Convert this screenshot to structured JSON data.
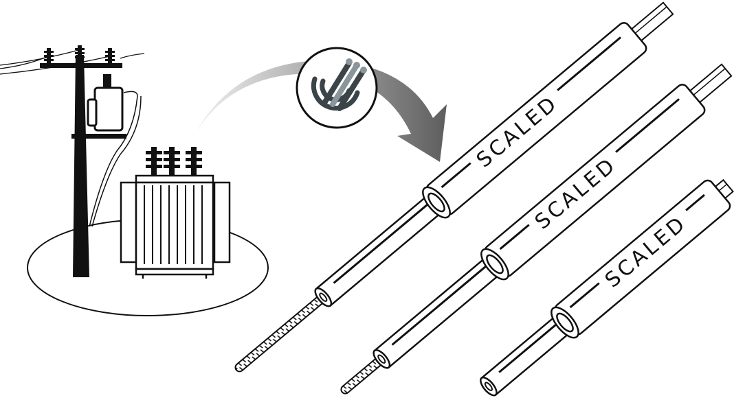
{
  "illustration": {
    "cables": [
      {
        "label": "SCALED"
      },
      {
        "label": "SCALED"
      },
      {
        "label": "SCALED"
      }
    ],
    "colors": {
      "ink": "#111111",
      "arrow_light": "#e6e6e6",
      "arrow_dark": "#6a6a6a",
      "logo_dark": "#3b4448",
      "logo_light": "#8a969b"
    }
  }
}
